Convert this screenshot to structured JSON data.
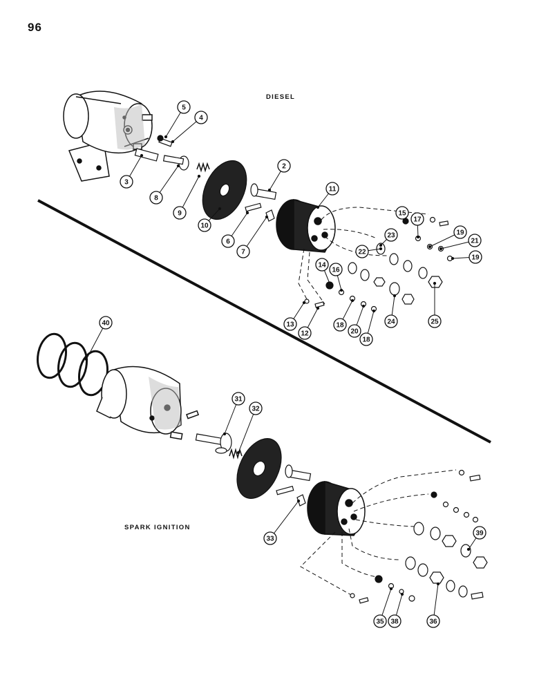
{
  "page": {
    "number": "96"
  },
  "sections": {
    "diesel": {
      "label": "DIESEL"
    },
    "spark": {
      "label": "SPARK IGNITION"
    }
  },
  "callouts": [
    {
      "id": "5",
      "label": "5"
    },
    {
      "id": "4",
      "label": "4"
    },
    {
      "id": "3",
      "label": "3"
    },
    {
      "id": "8",
      "label": "8"
    },
    {
      "id": "9",
      "label": "9"
    },
    {
      "id": "10",
      "label": "10"
    },
    {
      "id": "2",
      "label": "2"
    },
    {
      "id": "11",
      "label": "11"
    },
    {
      "id": "6",
      "label": "6"
    },
    {
      "id": "7",
      "label": "7"
    },
    {
      "id": "15",
      "label": "15"
    },
    {
      "id": "17",
      "label": "17"
    },
    {
      "id": "23",
      "label": "23"
    },
    {
      "id": "22",
      "label": "22"
    },
    {
      "id": "19a",
      "label": "19"
    },
    {
      "id": "21",
      "label": "21"
    },
    {
      "id": "19b",
      "label": "19"
    },
    {
      "id": "14",
      "label": "14"
    },
    {
      "id": "16",
      "label": "16"
    },
    {
      "id": "13",
      "label": "13"
    },
    {
      "id": "12",
      "label": "12"
    },
    {
      "id": "18a",
      "label": "18"
    },
    {
      "id": "20",
      "label": "20"
    },
    {
      "id": "18b",
      "label": "18"
    },
    {
      "id": "24",
      "label": "24"
    },
    {
      "id": "25",
      "label": "25"
    },
    {
      "id": "40",
      "label": "40"
    },
    {
      "id": "31",
      "label": "31"
    },
    {
      "id": "32",
      "label": "32"
    },
    {
      "id": "33",
      "label": "33"
    },
    {
      "id": "39",
      "label": "39"
    },
    {
      "id": "35",
      "label": "35"
    },
    {
      "id": "38",
      "label": "38"
    },
    {
      "id": "36",
      "label": "36"
    }
  ]
}
